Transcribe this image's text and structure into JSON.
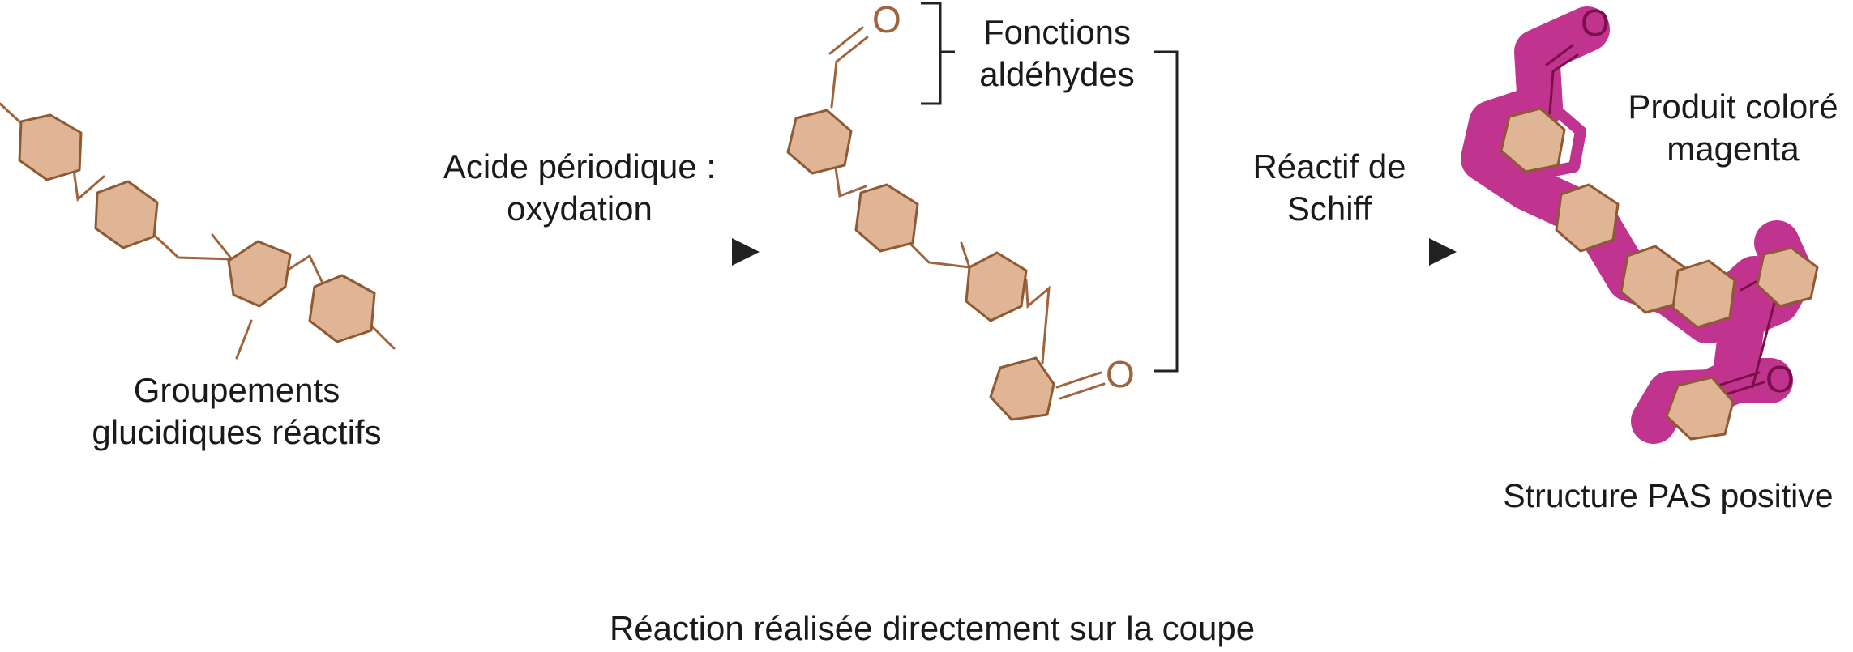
{
  "labels": {
    "reactive_groups_line1": "Groupements",
    "reactive_groups_line2": "glucidiques réactifs",
    "step1_line1": "Acide périodique :",
    "step1_line2": "oxydation",
    "aldehyde_line1": "Fonctions",
    "aldehyde_line2": "aldéhydes",
    "step2_line1": "Réactif de",
    "step2_line2": "Schiff",
    "product_line1": "Produit coloré",
    "product_line2": "magenta",
    "positive_structure": "Structure PAS positive",
    "footer": "Réaction réalisée directement sur la coupe",
    "oxygen_symbol": "O"
  },
  "colors": {
    "sugar_fill": "#dfb595",
    "sugar_stroke": "#8e5a34",
    "bond": "#a0643c",
    "magenta": "#c0338f",
    "arrow": "#222222"
  },
  "icons": [
    "sugar-ring-icon",
    "arrow-right-icon",
    "bracket-icon"
  ]
}
